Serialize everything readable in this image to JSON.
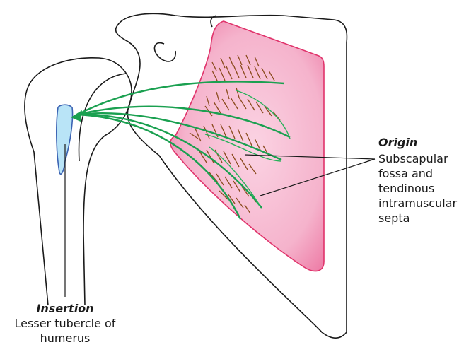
{
  "colors": {
    "outline": "#1a1a1a",
    "muscle_fill": "#f5a9c6",
    "muscle_border": "#e0336b",
    "fiber": "#1aa050",
    "fiber_light": "#27b15a",
    "hatch": "#8a4a1c",
    "insertion_fill": "#b9e4f7",
    "insertion_border": "#3b63b3"
  },
  "origin": {
    "title": "Origin",
    "lines": [
      "Subscapular",
      "fossa and",
      "tendinous",
      "intramuscular",
      "septa"
    ]
  },
  "insertion": {
    "title": "Insertion",
    "lines": [
      "Lesser tubercle of",
      "humerus"
    ]
  }
}
